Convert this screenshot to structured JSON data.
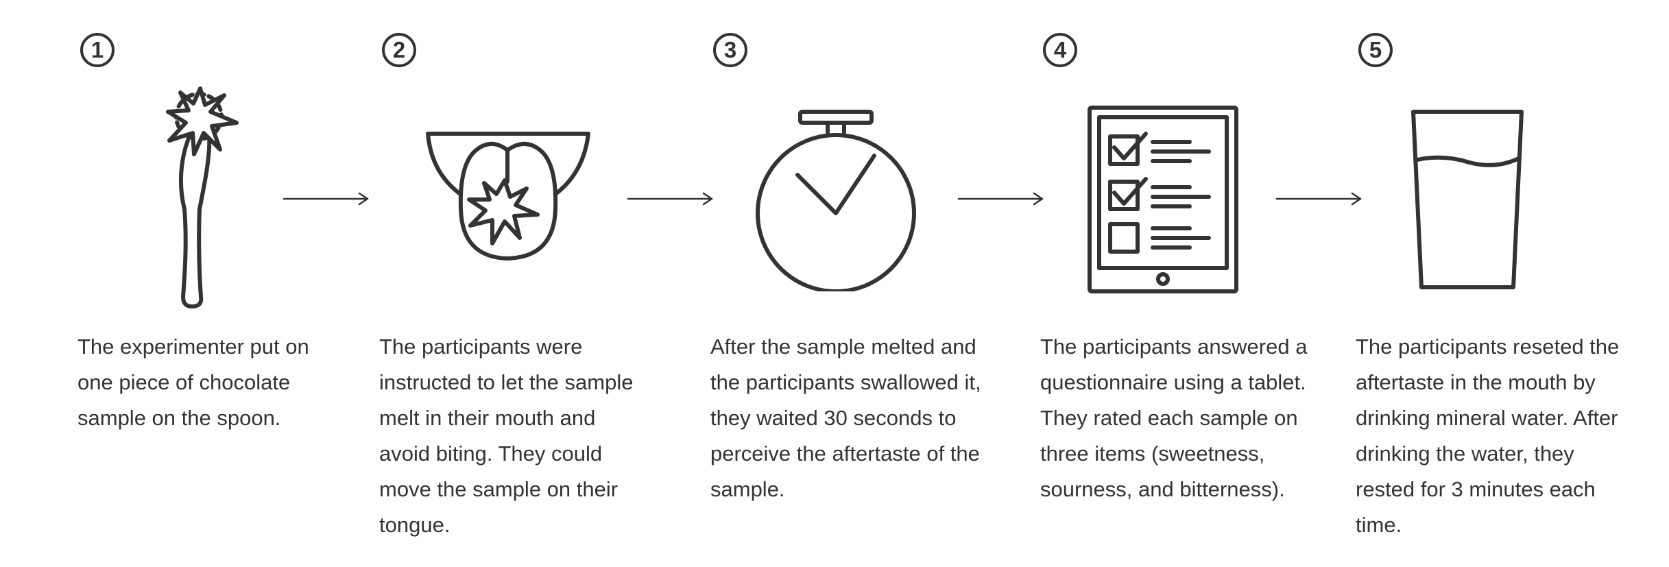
{
  "steps": [
    {
      "number": "1",
      "icon": "spoon-with-chocolate-icon",
      "text": "The experimenter put on one piece of chocolate sample on the spoon."
    },
    {
      "number": "2",
      "icon": "tongue-with-sample-icon",
      "text": "The participants were instructed to let the sample melt in their mouth and avoid biting. They could move the sample on their tongue."
    },
    {
      "number": "3",
      "icon": "stopwatch-icon",
      "text": "After the sample melted and the participants swallowed it, they waited 30 seconds to perceive the aftertaste of the sample."
    },
    {
      "number": "4",
      "icon": "tablet-questionnaire-icon",
      "text": "The participants answered a questionnaire using a tablet. They rated each sample on three items (sweetness, sourness, and bitterness)."
    },
    {
      "number": "5",
      "icon": "glass-of-water-icon",
      "text": "The participants reseted the aftertaste in the mouth by drinking mineral water. After drinking the water, they rested for 3 minutes each time."
    }
  ],
  "colors": {
    "stroke": "#333333",
    "background": "#ffffff"
  }
}
